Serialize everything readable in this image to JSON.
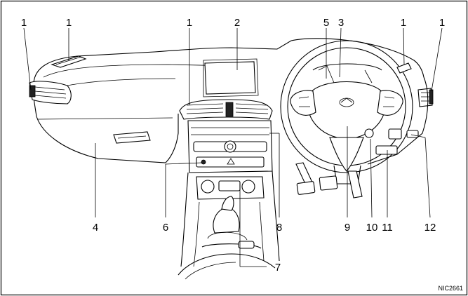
{
  "figure_code": "NIC2661",
  "callouts": [
    {
      "id": "c1a",
      "text": "1"
    },
    {
      "id": "c1b",
      "text": "1"
    },
    {
      "id": "c1c",
      "text": "1"
    },
    {
      "id": "c2",
      "text": "2"
    },
    {
      "id": "c5",
      "text": "5"
    },
    {
      "id": "c3",
      "text": "3"
    },
    {
      "id": "c1d",
      "text": "1"
    },
    {
      "id": "c1e",
      "text": "1"
    },
    {
      "id": "c4",
      "text": "4"
    },
    {
      "id": "c6",
      "text": "6"
    },
    {
      "id": "c8",
      "text": "8"
    },
    {
      "id": "c9",
      "text": "9"
    },
    {
      "id": "c10",
      "text": "10"
    },
    {
      "id": "c11",
      "text": "11"
    },
    {
      "id": "c12",
      "text": "12"
    },
    {
      "id": "c7",
      "text": "7"
    }
  ]
}
